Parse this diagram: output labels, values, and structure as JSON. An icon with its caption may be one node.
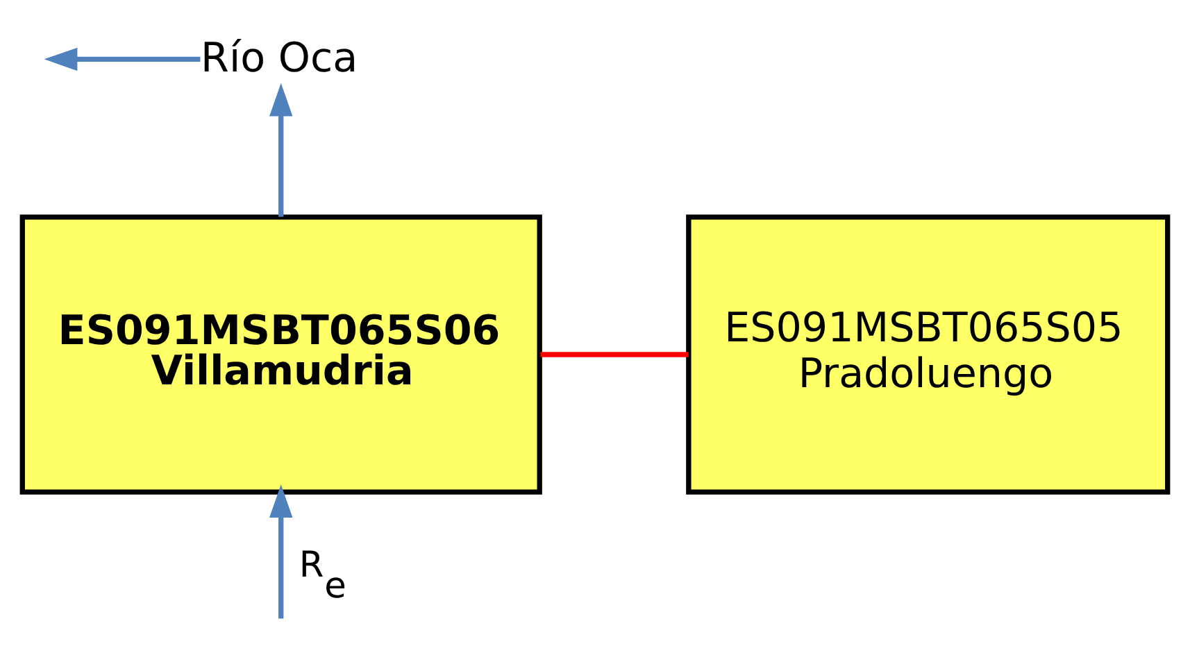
{
  "diagram": {
    "nodes": [
      {
        "text": [
          "ES091MSBT065S06",
          "Villamudria"
        ]
      },
      {
        "text": [
          "ES091MSBT065S05",
          "Pradoluengo"
        ]
      },
      {
        "text": [
          "Río Oca"
        ]
      }
    ],
    "edges": [
      {
        "from": 2,
        "to": null,
        "arrow": "to"
      },
      {
        "from": 0,
        "to": 2,
        "arrow": "to"
      },
      {
        "from": 0,
        "to": 1,
        "arrow": "none",
        "color": "#ff0000"
      },
      {
        "from": null,
        "to": 0,
        "arrow": "to",
        "label": "R$_{e}$"
      }
    ]
  }
}
